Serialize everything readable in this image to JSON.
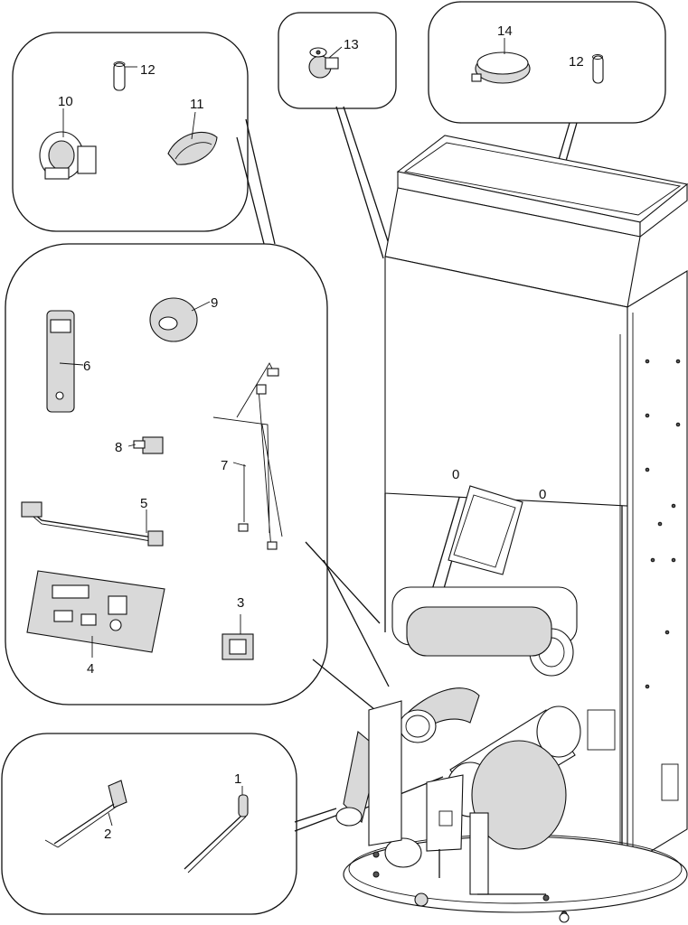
{
  "diagram": {
    "callouts": {
      "c1": "1",
      "c2": "2",
      "c3": "3",
      "c4": "4",
      "c5": "5",
      "c6": "6",
      "c7": "7",
      "c8": "8",
      "c9": "9",
      "c10": "10",
      "c11": "11",
      "c12a": "12",
      "c12b": "12",
      "c13": "13",
      "c14": "14"
    },
    "cabinet_marks": {
      "m1": "0",
      "m2": "0"
    }
  }
}
